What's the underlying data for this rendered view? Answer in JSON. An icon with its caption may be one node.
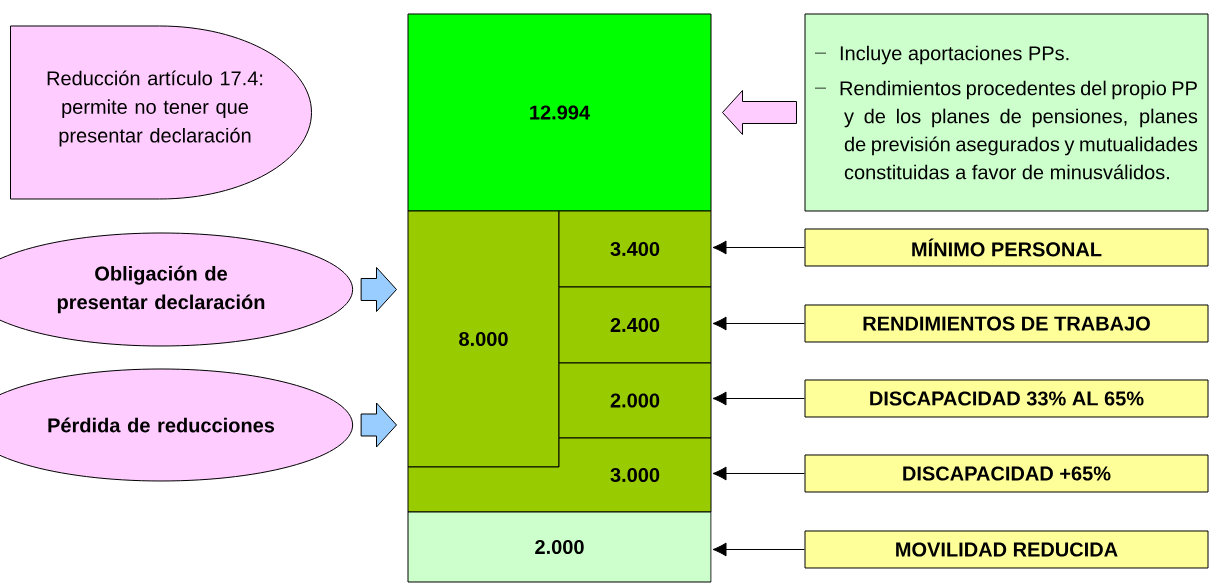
{
  "diagram": {
    "nodes": [
      {
        "text": [
          "Reducción artículo 17.4: permite no tener que presentar declaración"
        ]
      },
      {
        "text": [
          "Obligación de presentar declaración"
        ]
      },
      {
        "text": [
          "Pérdida de reducciones"
        ]
      },
      {
        "text": [
          "12.994"
        ]
      },
      {
        "text": [
          "8.000"
        ]
      },
      {
        "text": [
          "3.400"
        ]
      },
      {
        "text": [
          "2.400"
        ]
      },
      {
        "text": [
          "2.000"
        ]
      },
      {
        "text": [
          "3.000"
        ]
      },
      {
        "text": [
          "2.000"
        ]
      },
      {
        "text": [
          "Incluye aportaciones PPs.",
          "Rendimientos procedentes del propio PP y de los planes de pensiones, planes de previsión asegurados y mutualidades constituidas a favor de minusválidos."
        ]
      },
      {
        "text": [
          "MÍNIMO PERSONAL"
        ]
      },
      {
        "text": [
          "RENDIMIENTOS DE TRABAJO"
        ]
      },
      {
        "text": [
          "DISCAPACIDAD 33% AL 65%"
        ]
      },
      {
        "text": [
          "DISCAPACIDAD +65%"
        ]
      },
      {
        "text": [
          "MOVILIDAD REDUCIDA"
        ]
      }
    ],
    "edges": [
      {
        "from": 1,
        "to": 4,
        "arrow": "to",
        "style": "thick",
        "color": "#99ccff"
      },
      {
        "from": 2,
        "to": 4,
        "arrow": "to",
        "style": "thick",
        "color": "#99ccff"
      },
      {
        "from": 10,
        "to": 3,
        "arrow": "to",
        "style": "thick",
        "color": "#ffccff"
      },
      {
        "from": 11,
        "to": 5,
        "arrow": "to"
      },
      {
        "from": 12,
        "to": 6,
        "arrow": "to"
      },
      {
        "from": 13,
        "to": 7,
        "arrow": "to"
      },
      {
        "from": 14,
        "to": 8,
        "arrow": "to"
      },
      {
        "from": 15,
        "to": 9,
        "arrow": "to"
      }
    ]
  }
}
